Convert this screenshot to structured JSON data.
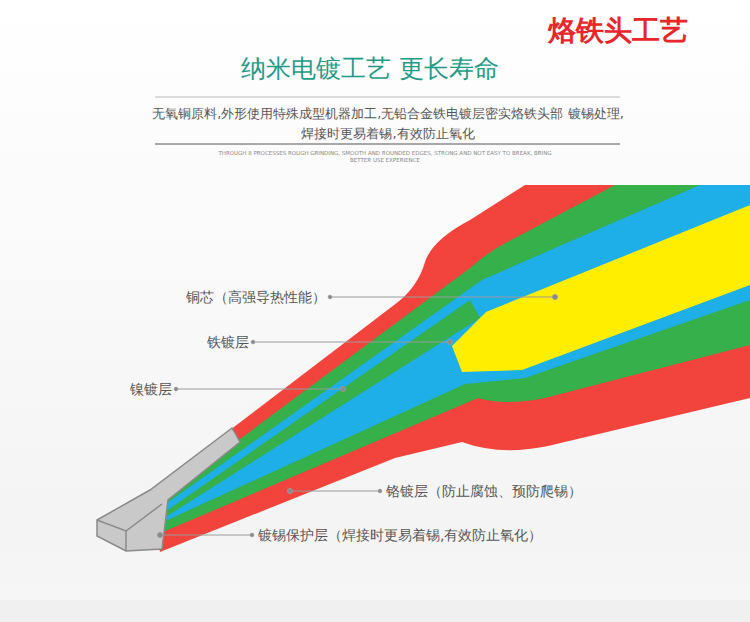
{
  "diagram": {
    "title": "纳米电镀工艺 更长寿命",
    "labels": [
      "烙铁头工艺",
      "无氧铜原料,外形使用特殊成型机器加工,无铅合金铁电镀层密实烙铁头部 镀锡处理,焊接时更易着锡,有效防止氧化",
      "THROUGH 8 PROCESSES ROUGH GRINDING, SMOOTH AND ROUNDED EDGES, STRONG AND NOT EASY TO BREAK, BRING BETTER USE EXPERIENCE",
      "铜芯（高强导热性能）",
      "铁镀层",
      "镍镀层",
      "铬镀层（防止腐蚀、预防爬锡）",
      "镀锡保护层（焊接时更易着锡,有效防止氧化）"
    ]
  }
}
